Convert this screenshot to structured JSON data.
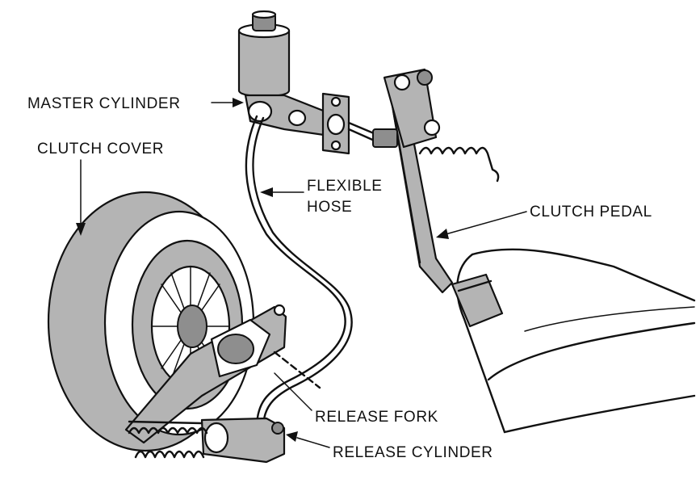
{
  "diagram": {
    "labels": {
      "master_cylinder": "MASTER CYLINDER",
      "clutch_cover": "CLUTCH COVER",
      "flexible_hose_line1": "FLEXIBLE",
      "flexible_hose_line2": "HOSE",
      "clutch_pedal": "CLUTCH PEDAL",
      "release_fork": "RELEASE FORK",
      "release_cylinder": "RELEASE CYLINDER"
    }
  },
  "colors": {
    "ink": "#111111",
    "shade": "#b4b4b4",
    "shade_dark": "#8e8e8e",
    "background": "#ffffff"
  }
}
